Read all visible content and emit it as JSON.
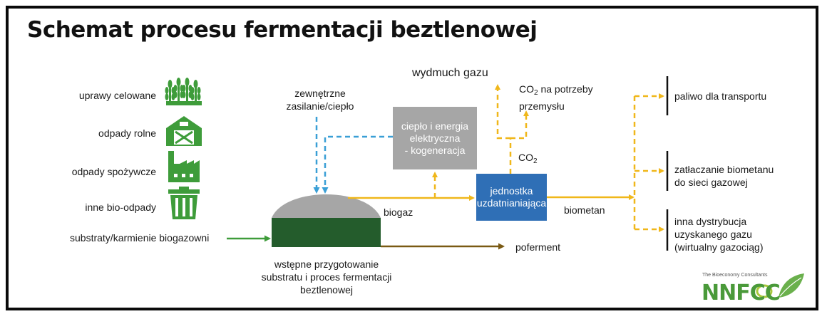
{
  "title": "Schemat procesu fermentacji beztlenowej",
  "inputs": {
    "crops": "uprawy celowane",
    "agri_waste": "odpady rolne",
    "food_waste": "odpady spożywcze",
    "other_bio": "inne bio-odpady",
    "substrates": "substraty/karmienie biogazowni"
  },
  "external": {
    "line1": "zewnętrzne",
    "line2": "zasilanie/ciepło"
  },
  "chp": {
    "line1": "ciepło i energia",
    "line2": "elektryczna",
    "line3": "- kogeneracja"
  },
  "venting": "wydmuch gazu",
  "co2_industry": {
    "co": "CO",
    "sub": "2",
    "rest": " na potrzeby",
    "line2": "przemysłu"
  },
  "co2_label": {
    "co": "CO",
    "sub": "2"
  },
  "upgrading": {
    "line1": "jednostka",
    "line2": "uzdatnianiająca"
  },
  "biogas": "biogaz",
  "biomethane": "biometan",
  "digestate": "poferment",
  "digester": {
    "line1": "wstępne przygotowanie",
    "line2": "substratu i proces fermentacji",
    "line3": "beztlenowej"
  },
  "outputs": {
    "transport": "paliwo dla transportu",
    "injection_1": "zatłaczanie biometanu",
    "injection_2": "do sieci gazowej",
    "other_1": "inna dystrybucja",
    "other_2": "uzyskanego gazu",
    "other_3": "(wirtualny gazociąg)"
  },
  "logo": {
    "tagline": "The Bioeconomy Consultants",
    "name": "NNFCC"
  },
  "colors": {
    "green": "#3e9c3a",
    "dark_green": "#245c2c",
    "yellow": "#f0b71a",
    "blue": "#3a9fd6",
    "brown": "#7a5a14",
    "grey": "#a6a6a6",
    "upgrade_blue": "#2f6fb6"
  }
}
